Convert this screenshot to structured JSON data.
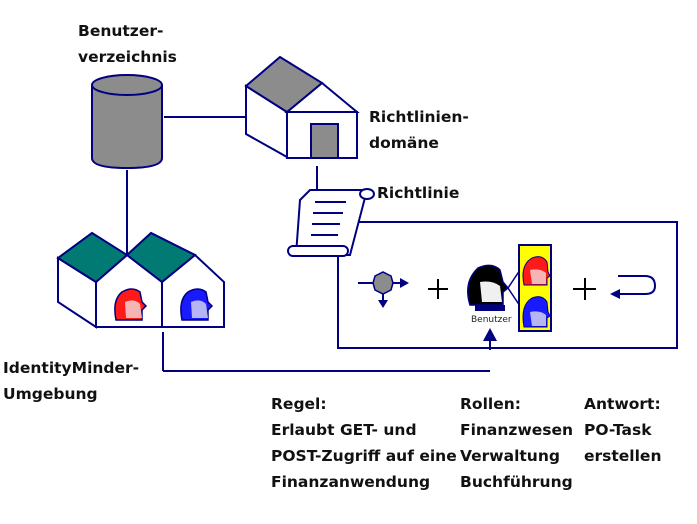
{
  "labels": {
    "directory_line1": "Benutzer-",
    "directory_line2": "verzeichnis",
    "policy_domain_line1": "Richtlinien-",
    "policy_domain_line2": "domäne",
    "policy": "Richtlinie",
    "environment_line1": "IdentityMinder-",
    "environment_line2": "Umgebung",
    "user": "Benutzer"
  },
  "rule": {
    "title": "Regel:",
    "lines": [
      "Erlaubt GET- und",
      "POST-Zugriff auf eine",
      "Finanzanwendung"
    ]
  },
  "roles": {
    "title": "Rollen:",
    "items": [
      "Finanzwesen",
      "Verwaltung",
      "Buchführung"
    ]
  },
  "response": {
    "title": "Antwort:",
    "lines": [
      "PO-Task",
      "erstellen"
    ]
  },
  "colors": {
    "line": "#000080",
    "gray_fill": "#8c8c8c",
    "teal_roof": "#007a73",
    "roles_bg": "#ffff00",
    "red_head": "#ff1a1a",
    "blue_head": "#1a1aff"
  }
}
